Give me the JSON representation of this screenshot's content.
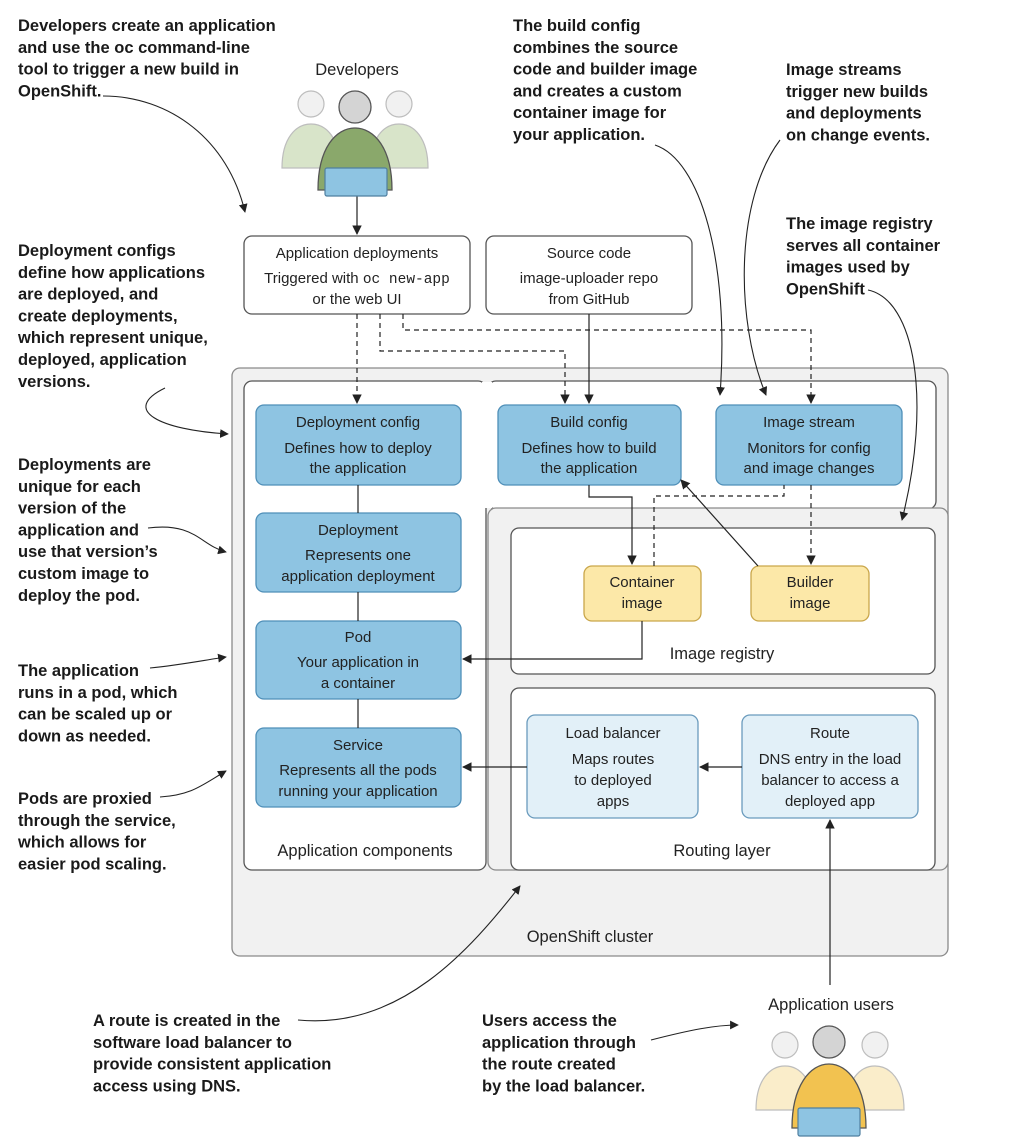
{
  "annotations": {
    "developers_note": [
      "Developers create an application",
      "and use the oc command-line",
      "tool to trigger a new build in",
      "OpenShift."
    ],
    "deployment_configs_note": [
      "Deployment configs",
      "define how applications",
      "are deployed, and",
      "create deployments,",
      "which represent unique,",
      "deployed, application",
      "versions."
    ],
    "deployments_note": [
      "Deployments are",
      "unique for each",
      "version of the",
      "application and",
      "use that version’s",
      "custom image to",
      "deploy the pod."
    ],
    "pod_note": [
      "The application",
      "runs in a pod, which",
      "can be scaled up or",
      "down as needed."
    ],
    "service_note": [
      "Pods are proxied",
      "through the service,",
      "which allows for",
      "easier pod scaling."
    ],
    "build_config_note": [
      "The build config",
      "combines the source",
      "code and builder image",
      "and creates a custom",
      "container image for",
      "your application."
    ],
    "image_streams_note": [
      "Image streams",
      "trigger new builds",
      "and deployments",
      "on change events."
    ],
    "image_registry_note": [
      "The image registry",
      "serves all container",
      "images used by",
      "OpenShift"
    ],
    "route_note": [
      "A route is created in the",
      "software load balancer to",
      "provide consistent application",
      "access using DNS."
    ],
    "users_note": [
      "Users access the",
      "application through",
      "the route created",
      "by the load balancer."
    ]
  },
  "people": {
    "developers": "Developers",
    "application_users": "Application users"
  },
  "top_boxes": {
    "app_deployments": {
      "title": "Application deployments",
      "line1_prefix": "Triggered with ",
      "line1_code": "oc new-app",
      "line2": "or the web UI"
    },
    "source_code": {
      "title": "Source code",
      "line1": "image-uploader repo",
      "line2": "from GitHub"
    }
  },
  "components": {
    "deployment_config": {
      "title": "Deployment config",
      "lines": [
        "Defines how to deploy",
        "the application"
      ]
    },
    "deployment": {
      "title": "Deployment",
      "lines": [
        "Represents one",
        "application deployment"
      ]
    },
    "pod": {
      "title": "Pod",
      "lines": [
        "Your application in",
        "a container"
      ]
    },
    "service": {
      "title": "Service",
      "lines": [
        "Represents all the pods",
        "running your application"
      ]
    },
    "build_config": {
      "title": "Build config",
      "lines": [
        "Defines how to build",
        "the application"
      ]
    },
    "image_stream": {
      "title": "Image stream",
      "lines": [
        "Monitors for config",
        "and image changes"
      ]
    },
    "container_image": {
      "lines": [
        "Container",
        "image"
      ]
    },
    "builder_image": {
      "lines": [
        "Builder",
        "image"
      ]
    },
    "load_balancer": {
      "title": "Load balancer",
      "lines": [
        "Maps routes",
        "to deployed",
        "apps"
      ]
    },
    "route": {
      "title": "Route",
      "lines": [
        "DNS entry in the load",
        "balancer to access a",
        "deployed app"
      ]
    }
  },
  "regions": {
    "application_components": "Application components",
    "image_registry": "Image registry",
    "routing_layer": "Routing layer",
    "openshift_cluster": "OpenShift cluster"
  },
  "colors": {
    "component_fill": "#8ec4e2",
    "component_stroke": "#4f8fb8",
    "image_fill": "#fce8a8",
    "image_stroke": "#c9a64a",
    "routing_fill": "#e2f0f8",
    "routing_stroke": "#6a9bbd",
    "cluster_fill": "#f1f1f1",
    "developer_green": "#8aa86b",
    "user_yellow": "#f2c250",
    "laptop_blue": "#8ec4e2"
  },
  "icons": [
    "developers-icon",
    "application-users-icon",
    "arrowhead-icon"
  ]
}
